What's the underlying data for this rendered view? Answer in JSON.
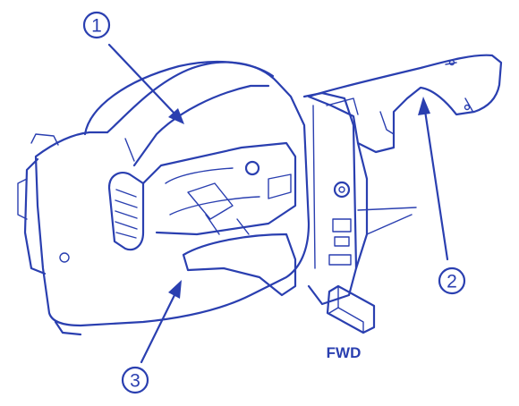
{
  "diagram": {
    "callouts": [
      {
        "id": "1",
        "label": "1"
      },
      {
        "id": "2",
        "label": "2"
      },
      {
        "id": "3",
        "label": "3"
      }
    ],
    "direction_label": "FWD",
    "colors": {
      "ink": "#2a3fb0",
      "background": "#ffffff"
    }
  }
}
